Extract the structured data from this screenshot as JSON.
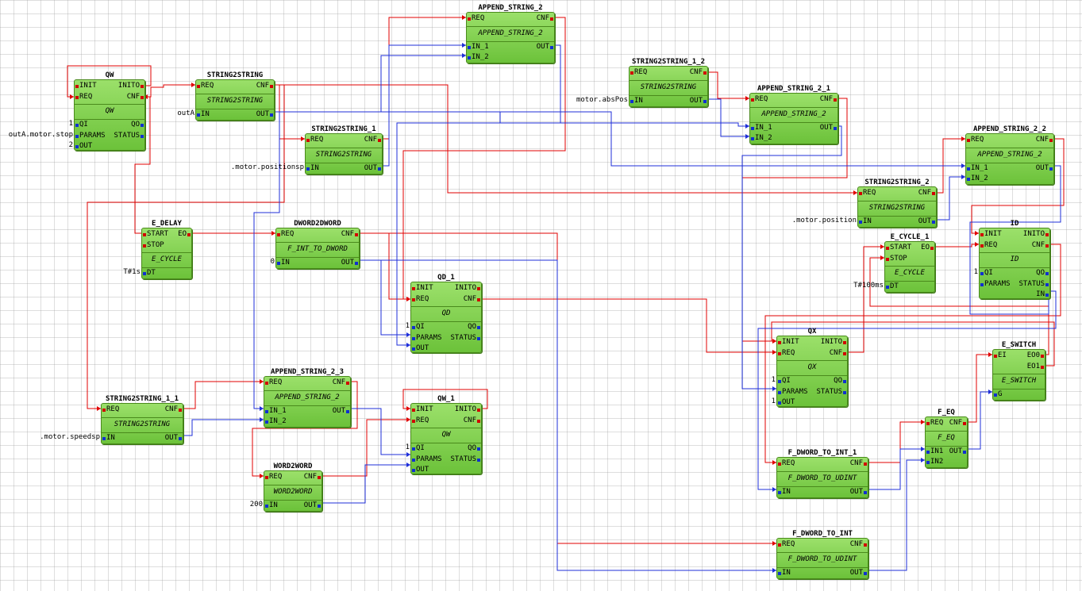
{
  "colors": {
    "event_wire": "#e00000",
    "data_wire": "#1f2fd8",
    "block_fill": "#86d24e",
    "block_border": "#4a8a1c"
  },
  "blocks": [
    {
      "id": "QW",
      "name": "QW",
      "type": "QW",
      "events_in": [
        "INIT",
        "REQ"
      ],
      "events_out": [
        "INITO",
        "CNF"
      ],
      "data_in": [
        "QI",
        "PARAMS",
        "OUT"
      ],
      "data_out": [
        "QO",
        "STATUS"
      ],
      "ext_inputs": [
        {
          "value": "1"
        },
        {
          "value": "outA.motor.stop"
        },
        {
          "value": "2"
        }
      ]
    },
    {
      "id": "STRING2STRING",
      "name": "STRING2STRING",
      "type": "STRING2STRING",
      "events_in": [
        "REQ"
      ],
      "events_out": [
        "CNF"
      ],
      "data_in": [
        "IN"
      ],
      "data_out": [
        "OUT"
      ],
      "ext_inputs": [
        {
          "value": "outA"
        }
      ]
    },
    {
      "id": "STRING2STRING_1",
      "name": "STRING2STRING_1",
      "type": "STRING2STRING",
      "events_in": [
        "REQ"
      ],
      "events_out": [
        "CNF"
      ],
      "data_in": [
        "IN"
      ],
      "data_out": [
        "OUT"
      ],
      "ext_inputs": [
        {
          "value": ".motor.positionsp"
        }
      ]
    },
    {
      "id": "APPEND_STRING_2",
      "name": "APPEND_STRING_2",
      "type": "APPEND_STRING_2",
      "events_in": [
        "REQ"
      ],
      "events_out": [
        "CNF"
      ],
      "data_in": [
        "IN_1",
        "IN_2"
      ],
      "data_out": [
        "OUT"
      ],
      "ext_inputs": []
    },
    {
      "id": "STRING2STRING_1_2",
      "name": "STRING2STRING_1_2",
      "type": "STRING2STRING",
      "events_in": [
        "REQ"
      ],
      "events_out": [
        "CNF"
      ],
      "data_in": [
        "IN"
      ],
      "data_out": [
        "OUT"
      ],
      "ext_inputs": [
        {
          "value": "motor.absPos"
        }
      ]
    },
    {
      "id": "APPEND_STRING_2_1",
      "name": "APPEND_STRING_2_1",
      "type": "APPEND_STRING_2",
      "events_in": [
        "REQ"
      ],
      "events_out": [
        "CNF"
      ],
      "data_in": [
        "IN_1",
        "IN_2"
      ],
      "data_out": [
        "OUT"
      ],
      "ext_inputs": []
    },
    {
      "id": "APPEND_STRING_2_2",
      "name": "APPEND_STRING_2_2",
      "type": "APPEND_STRING_2",
      "events_in": [
        "REQ"
      ],
      "events_out": [
        "CNF"
      ],
      "data_in": [
        "IN_1",
        "IN_2"
      ],
      "data_out": [
        "OUT"
      ],
      "ext_inputs": []
    },
    {
      "id": "STRING2STRING_2",
      "name": "STRING2STRING_2",
      "type": "STRING2STRING",
      "events_in": [
        "REQ"
      ],
      "events_out": [
        "CNF"
      ],
      "data_in": [
        "IN"
      ],
      "data_out": [
        "OUT"
      ],
      "ext_inputs": [
        {
          "value": ".motor.position"
        }
      ]
    },
    {
      "id": "ID",
      "name": "ID",
      "type": "ID",
      "events_in": [
        "INIT",
        "REQ"
      ],
      "events_out": [
        "INITO",
        "CNF"
      ],
      "data_in": [
        "QI",
        "PARAMS"
      ],
      "data_out": [
        "QO",
        "STATUS",
        "IN"
      ],
      "ext_inputs": [
        {
          "value": "1"
        }
      ]
    },
    {
      "id": "E_DELAY",
      "name": "E_DELAY",
      "type": "E_CYCLE",
      "events_in": [
        "START",
        "STOP"
      ],
      "events_out": [
        "EO"
      ],
      "data_in": [
        "DT"
      ],
      "data_out": [],
      "ext_inputs": [
        {
          "value": "T#1s"
        }
      ]
    },
    {
      "id": "DWORD2DWORD",
      "name": "DWORD2DWORD",
      "type": "F_INT_TO_DWORD",
      "events_in": [
        "REQ"
      ],
      "events_out": [
        "CNF"
      ],
      "data_in": [
        "IN"
      ],
      "data_out": [
        "OUT"
      ],
      "ext_inputs": [
        {
          "value": "0"
        }
      ]
    },
    {
      "id": "QD_1",
      "name": "QD_1",
      "type": "QD",
      "events_in": [
        "INIT",
        "REQ"
      ],
      "events_out": [
        "INITO",
        "CNF"
      ],
      "data_in": [
        "QI",
        "PARAMS",
        "OUT"
      ],
      "data_out": [
        "QO",
        "STATUS"
      ],
      "ext_inputs": [
        {
          "value": "1"
        }
      ]
    },
    {
      "id": "E_CYCLE_1",
      "name": "E_CYCLE_1",
      "type": "E_CYCLE",
      "events_in": [
        "START",
        "STOP"
      ],
      "events_out": [
        "EO"
      ],
      "data_in": [
        "DT"
      ],
      "data_out": [],
      "ext_inputs": [
        {
          "value": "T#100ms"
        }
      ]
    },
    {
      "id": "QX",
      "name": "QX",
      "type": "QX",
      "events_in": [
        "INIT",
        "REQ"
      ],
      "events_out": [
        "INITO",
        "CNF"
      ],
      "data_in": [
        "QI",
        "PARAMS",
        "OUT"
      ],
      "data_out": [
        "QO",
        "STATUS"
      ],
      "ext_inputs": [
        {
          "value": "1"
        },
        {
          "value": ""
        },
        {
          "value": "1"
        }
      ]
    },
    {
      "id": "E_SWITCH",
      "name": "E_SWITCH",
      "type": "E_SWITCH",
      "events_in": [
        "EI"
      ],
      "events_out": [
        "EO0",
        "EO1"
      ],
      "data_in": [
        "G"
      ],
      "data_out": [],
      "ext_inputs": []
    },
    {
      "id": "STRING2STRING_1_1",
      "name": "STRING2STRING_1_1",
      "type": "STRING2STRING",
      "events_in": [
        "REQ"
      ],
      "events_out": [
        "CNF"
      ],
      "data_in": [
        "IN"
      ],
      "data_out": [
        "OUT"
      ],
      "ext_inputs": [
        {
          "value": ".motor.speedsp"
        }
      ]
    },
    {
      "id": "APPEND_STRING_2_3",
      "name": "APPEND_STRING_2_3",
      "type": "APPEND_STRING_2",
      "events_in": [
        "REQ"
      ],
      "events_out": [
        "CNF"
      ],
      "data_in": [
        "IN_1",
        "IN_2"
      ],
      "data_out": [
        "OUT"
      ],
      "ext_inputs": []
    },
    {
      "id": "QW_1",
      "name": "QW_1",
      "type": "QW",
      "events_in": [
        "INIT",
        "REQ"
      ],
      "events_out": [
        "INITO",
        "CNF"
      ],
      "data_in": [
        "QI",
        "PARAMS",
        "OUT"
      ],
      "data_out": [
        "QO",
        "STATUS"
      ],
      "ext_inputs": [
        {
          "value": "1"
        }
      ]
    },
    {
      "id": "WORD2WORD",
      "name": "WORD2WORD",
      "type": "WORD2WORD",
      "events_in": [
        "REQ"
      ],
      "events_out": [
        "CNF"
      ],
      "data_in": [
        "IN"
      ],
      "data_out": [
        "OUT"
      ],
      "ext_inputs": [
        {
          "value": "200"
        }
      ]
    },
    {
      "id": "F_EQ",
      "name": "F_EQ",
      "type": "F_EQ",
      "events_in": [
        "REQ"
      ],
      "events_out": [
        "CNF"
      ],
      "data_in": [
        "IN1",
        "IN2"
      ],
      "data_out": [
        "OUT"
      ],
      "ext_inputs": []
    },
    {
      "id": "F_DWORD_TO_INT_1",
      "name": "F_DWORD_TO_INT_1",
      "type": "F_DWORD_TO_UDINT",
      "events_in": [
        "REQ"
      ],
      "events_out": [
        "CNF"
      ],
      "data_in": [
        "IN"
      ],
      "data_out": [
        "OUT"
      ],
      "ext_inputs": []
    },
    {
      "id": "F_DWORD_TO_INT",
      "name": "F_DWORD_TO_INT",
      "type": "F_DWORD_TO_UDINT",
      "events_in": [
        "REQ"
      ],
      "events_out": [
        "CNF"
      ],
      "data_in": [
        "IN"
      ],
      "data_out": [
        "OUT"
      ],
      "ext_inputs": []
    }
  ]
}
